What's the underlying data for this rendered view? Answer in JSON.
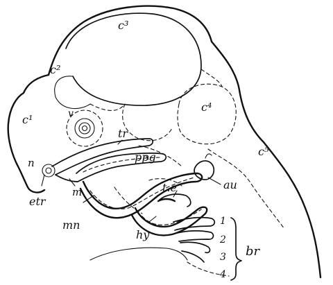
{
  "labels": {
    "c3": "c³",
    "c2": "c²",
    "c1": "c¹",
    "c4": "c⁴",
    "c5": "c⁵",
    "v": "v",
    "n": "n",
    "tr": "tr",
    "ppg": "ppg",
    "m": "m",
    "etr": "etr",
    "mn": "mn",
    "te": "t.e",
    "au": "au",
    "hy": "hy",
    "br1": "1",
    "br2": "2",
    "br3": "3",
    "br4": "4",
    "br": "br"
  }
}
